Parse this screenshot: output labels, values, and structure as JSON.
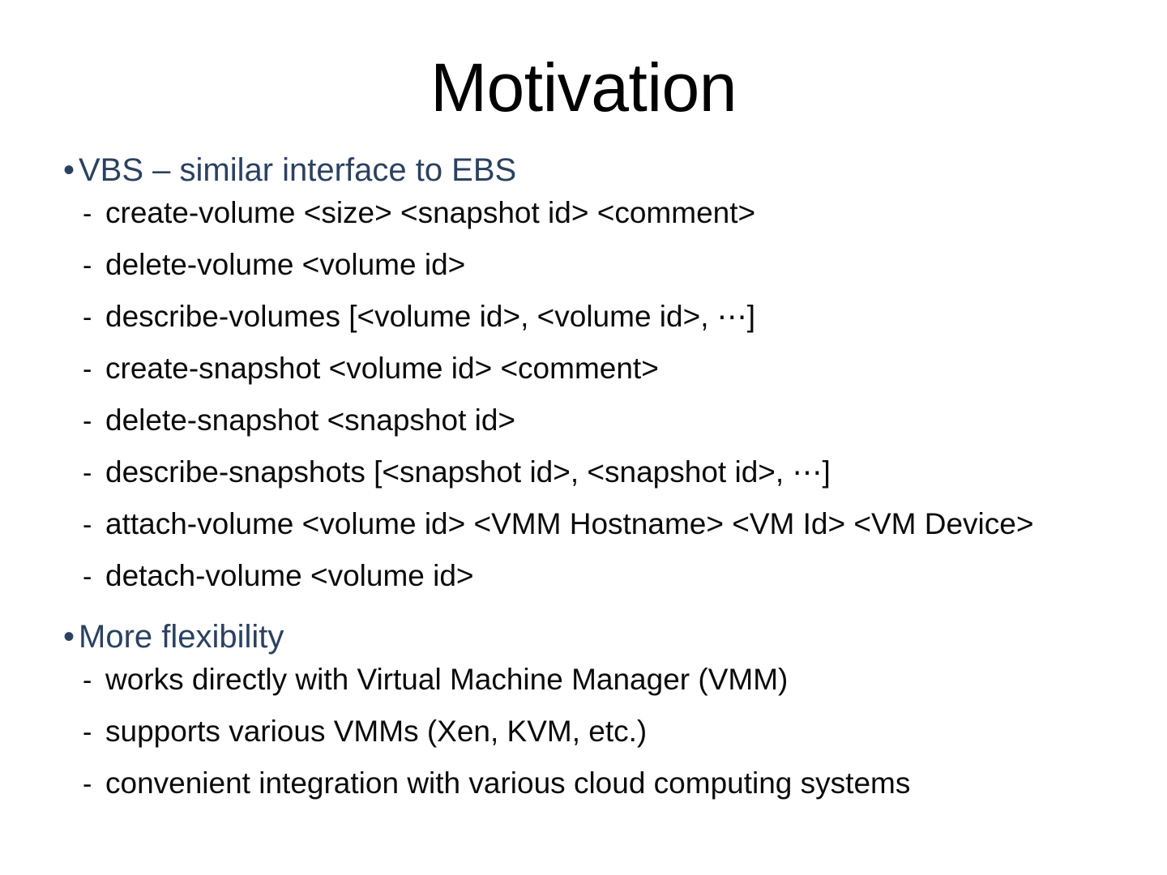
{
  "slide": {
    "title": "Motivation",
    "background_color": "#ffffff",
    "title_color": "#000000",
    "level1_color": "#2b4160",
    "level2_color": "#0b0b0b",
    "level1_bullet_glyph": "•",
    "level2_bullet_glyph": "-",
    "sections": [
      {
        "heading": "VBS – similar interface to EBS",
        "items": [
          "create-volume <size> <snapshot id> <comment>",
          "delete-volume <volume id>",
          "describe-volumes [<volume id>, <volume id>, ⋯]",
          "create-snapshot <volume id> <comment>",
          "delete-snapshot <snapshot id>",
          "describe-snapshots [<snapshot id>, <snapshot id>, ⋯]",
          "attach-volume <volume id> <VMM Hostname> <VM Id> <VM Device>",
          "detach-volume <volume id>"
        ]
      },
      {
        "heading": "More flexibility",
        "items": [
          "works directly with Virtual Machine Manager (VMM)",
          "supports various VMMs (Xen, KVM, etc.)",
          "convenient integration with various cloud computing systems"
        ]
      }
    ]
  }
}
